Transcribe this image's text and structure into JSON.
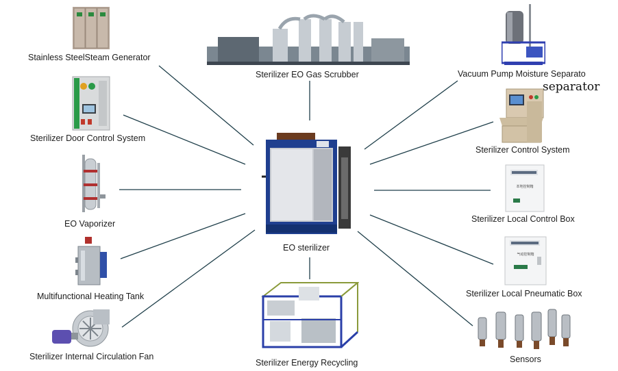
{
  "center": {
    "label": "EO sterilizer"
  },
  "nodes": [
    {
      "id": "steam",
      "label": "Stainless SteelSteam Generator",
      "icon": "steam-generator-icon"
    },
    {
      "id": "scrubber",
      "label": "Sterilizer EO Gas Scrubber",
      "icon": "gas-scrubber-icon"
    },
    {
      "id": "vacuum",
      "label": "Vacuum Pump Moisture Separato",
      "icon": "vacuum-pump-icon"
    },
    {
      "id": "door",
      "label": "Sterilizer Door Control System",
      "icon": "door-control-icon"
    },
    {
      "id": "control",
      "label": "Sterilizer Control System",
      "icon": "control-console-icon"
    },
    {
      "id": "vaporizer",
      "label": "EO Vaporizer",
      "icon": "vaporizer-icon"
    },
    {
      "id": "localbox",
      "label": "Sterilizer Local Control Box",
      "icon": "control-box-icon"
    },
    {
      "id": "heating",
      "label": "Multifunctional Heating Tank",
      "icon": "heating-tank-icon"
    },
    {
      "id": "pneumatic",
      "label": "Sterilizer Local Pneumatic Box",
      "icon": "pneumatic-box-icon"
    },
    {
      "id": "fan",
      "label": "Sterilizer Internal Circulation Fan",
      "icon": "circulation-fan-icon"
    },
    {
      "id": "recycling",
      "label": "Sterilizer Energy Recycling",
      "icon": "energy-recycling-icon"
    },
    {
      "id": "sensors",
      "label": "Sensors",
      "icon": "sensors-icon"
    }
  ],
  "annotation": {
    "text": "separator"
  },
  "box_texts": {
    "local_control": "本地控制箱",
    "pneumatic": "气动控制箱"
  }
}
